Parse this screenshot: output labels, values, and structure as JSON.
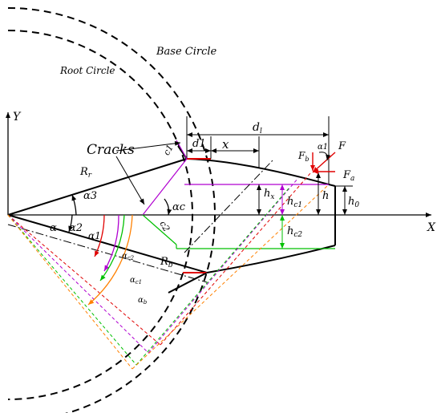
{
  "labels": {
    "base_circle": "Base Circle",
    "root_circle": "Root Circle",
    "cracks": "Cracks",
    "y_axis": "Y",
    "x_axis": "X",
    "rr": "R",
    "rr_sub": "r",
    "rb": "R",
    "rb_sub": "b",
    "d1": "d1",
    "x": "x",
    "dl": "d",
    "dl_sub": "l",
    "c1": "c1",
    "c2": "c2",
    "alpha": "α",
    "alpha1": "α1",
    "alpha2": "α2",
    "alpha3": "α3",
    "alpha_c": "αc",
    "alpha_c2": "α",
    "alpha_c2_sub": "c2",
    "alpha_c1": "α",
    "alpha_c1_sub": "c1",
    "alpha_b": "α",
    "alpha_b_sub": "b",
    "alpha1_force": "α1",
    "F": "F",
    "Fa": "F",
    "Fa_sub": "a",
    "Fb": "F",
    "Fb_sub": "b",
    "hx": "h",
    "hx_sub": "x",
    "hc1": "h",
    "hc1_sub": "c1",
    "hc2": "h",
    "hc2_sub": "c2",
    "h": "h",
    "h0": "h",
    "h0_sub": "0"
  },
  "colors": {
    "purple": "#b000d0",
    "green": "#00c000",
    "red": "#e00000",
    "orange": "#ff8000",
    "black": "#000000"
  }
}
